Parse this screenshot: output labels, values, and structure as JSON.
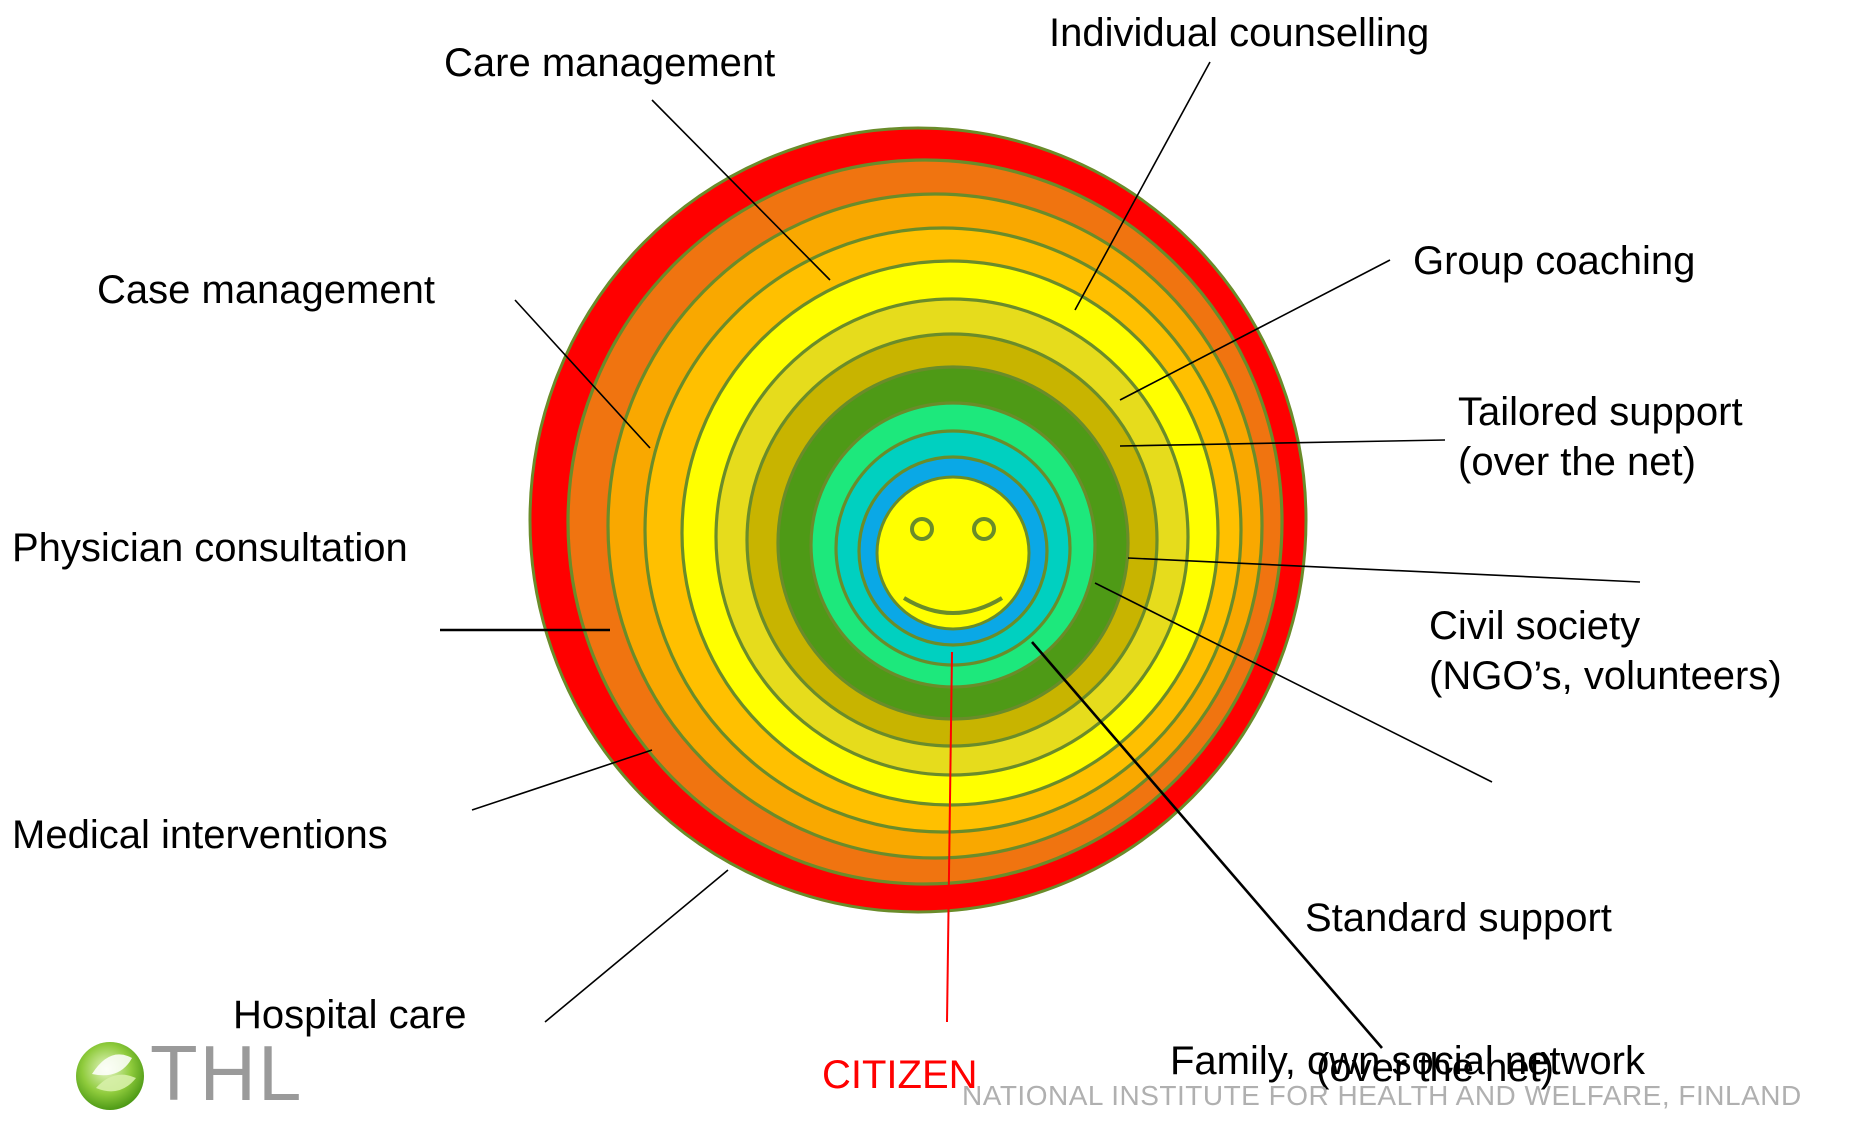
{
  "labels": {
    "care_management": "Care management",
    "individual_counselling": "Individual counselling",
    "group_coaching": "Group coaching",
    "case_management": "Case management",
    "tailored_support": [
      "Tailored support",
      "(over the net)"
    ],
    "physician_consultation": "Physician consultation",
    "civil_society": [
      "Civil society",
      "(NGO’s, volunteers)"
    ],
    "medical_interventions": "Medical interventions",
    "standard_support": [
      "Standard support",
      " (over the net)"
    ],
    "hospital_care": "Hospital care",
    "citizen": "CITIZEN",
    "family": "Family, own social network"
  },
  "footer": "NATIONAL INSTITUTE FOR HEALTH AND WELFARE, FINLAND",
  "logo": {
    "text": "THL",
    "icon": "thl-leaf-icon"
  },
  "colors": {
    "ring_stroke": "#6a8c2a",
    "rings_outer_to_inner": [
      "#ff0000",
      "#f07410",
      "#f9a800",
      "#ffc000",
      "#ffff00",
      "#e6dc1c",
      "#c8b400",
      "#4e9a16",
      "#1de87c",
      "#00d0c0",
      "#0aa8e6"
    ],
    "center": "#ffff00",
    "citizen_text": "#ff0000",
    "footer_text": "#b0b0b0"
  }
}
